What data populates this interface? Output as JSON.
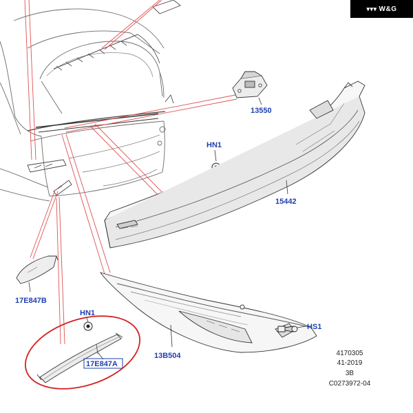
{
  "watermark": {
    "logo_mark": "▾▾▾",
    "text": "W&G"
  },
  "callouts": {
    "c13550": "13550",
    "hn1_top": "HN1",
    "c15442": "15442",
    "c17e847b": "17E847B",
    "hn1_bottom": "HN1",
    "c17e847a": "17E847A",
    "c13b504": "13B504",
    "hs1": "HS1"
  },
  "reference": {
    "line1": "4170305",
    "line2": "41-2019",
    "line3": "3B",
    "line4": "C0273972-04"
  },
  "colors": {
    "callout_text": "#1f3fb0",
    "leader_lines": "#e05050",
    "highlight_ellipse": "#d42020",
    "linework": "#3a3a3a"
  }
}
